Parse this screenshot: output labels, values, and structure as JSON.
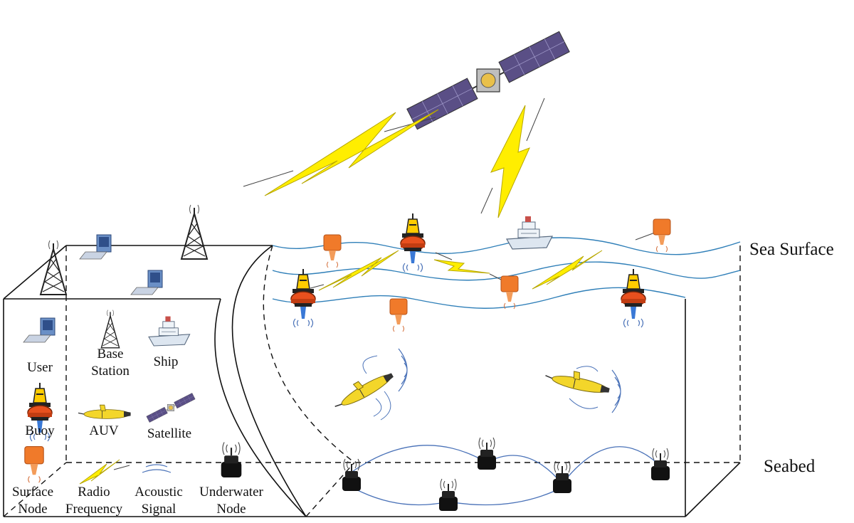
{
  "labels": {
    "sea_surface": "Sea Surface",
    "seabed": "Seabed"
  },
  "legend": [
    {
      "icon": "user-computer-icon",
      "lines": [
        "User"
      ]
    },
    {
      "icon": "base-station-icon",
      "lines": [
        "Base",
        "Station"
      ]
    },
    {
      "icon": "ship-icon",
      "lines": [
        "Ship"
      ]
    },
    {
      "icon": "buoy-icon",
      "lines": [
        "Buoy"
      ]
    },
    {
      "icon": "auv-icon",
      "lines": [
        "AUV"
      ]
    },
    {
      "icon": "satellite-icon",
      "lines": [
        "Satellite"
      ]
    },
    {
      "icon": "surface-node-icon",
      "lines": [
        "Surface",
        "Node"
      ]
    },
    {
      "icon": "radio-frequency-icon",
      "lines": [
        "Radio",
        "Frequency"
      ]
    },
    {
      "icon": "acoustic-signal-icon",
      "lines": [
        "Acoustic",
        "Signal"
      ]
    },
    {
      "icon": "underwater-node-icon",
      "lines": [
        "Underwater",
        "Node"
      ]
    }
  ],
  "colors": {
    "wave": "#2f7fb8",
    "seabed_link": "#4a72b8",
    "lightning": "#ffee00",
    "lightning_edge": "#b8a800",
    "buoy": "#e8501e",
    "surface_node": "#f07a2a",
    "auv": "#f3d62a",
    "node": "#111111"
  }
}
